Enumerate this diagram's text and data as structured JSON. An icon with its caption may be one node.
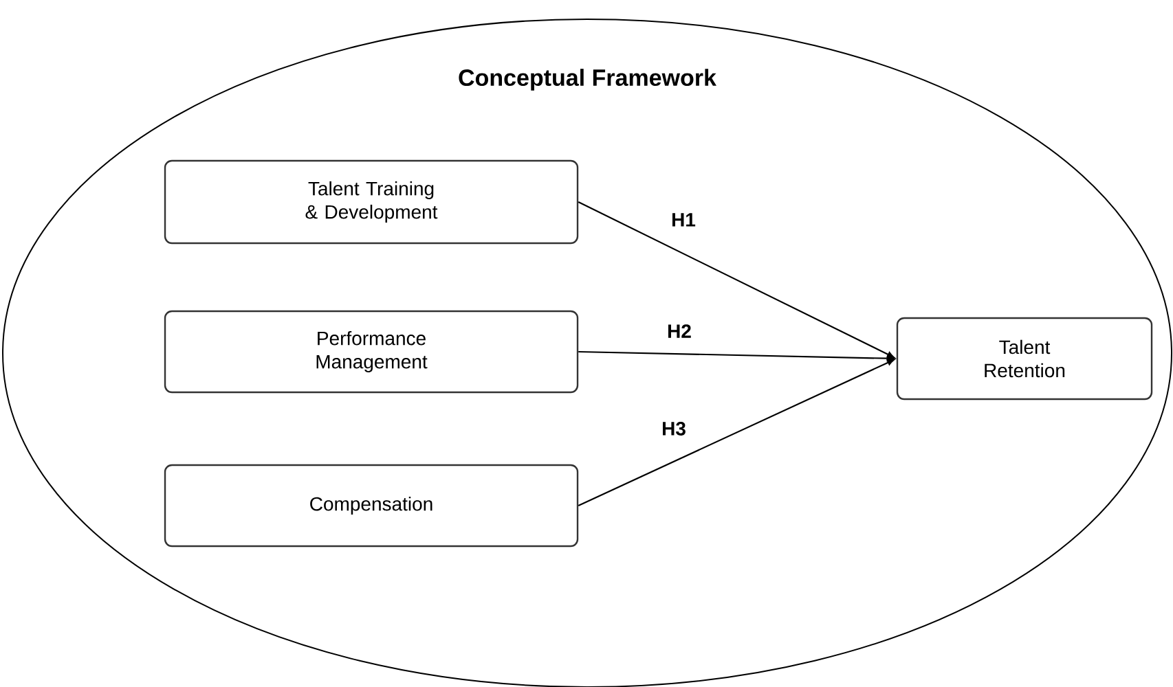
{
  "diagram": {
    "nodes": [
      {
        "text": [
          "Conceptual Framework"
        ]
      },
      {
        "text": [
          "Talent Training & Development"
        ],
        "in": 0
      },
      {
        "text": [
          "Performance Management"
        ],
        "in": 0
      },
      {
        "text": [
          "Compensation"
        ],
        "in": 0
      },
      {
        "text": [
          "Talent Retention"
        ],
        "in": 0
      }
    ],
    "edges": [
      {
        "from": 1,
        "to": 4,
        "arrow": "to",
        "label": "H1"
      },
      {
        "from": 2,
        "to": 4,
        "arrow": "to",
        "label": "H2"
      },
      {
        "from": 3,
        "to": 4,
        "arrow": "to",
        "label": "H3"
      }
    ]
  }
}
